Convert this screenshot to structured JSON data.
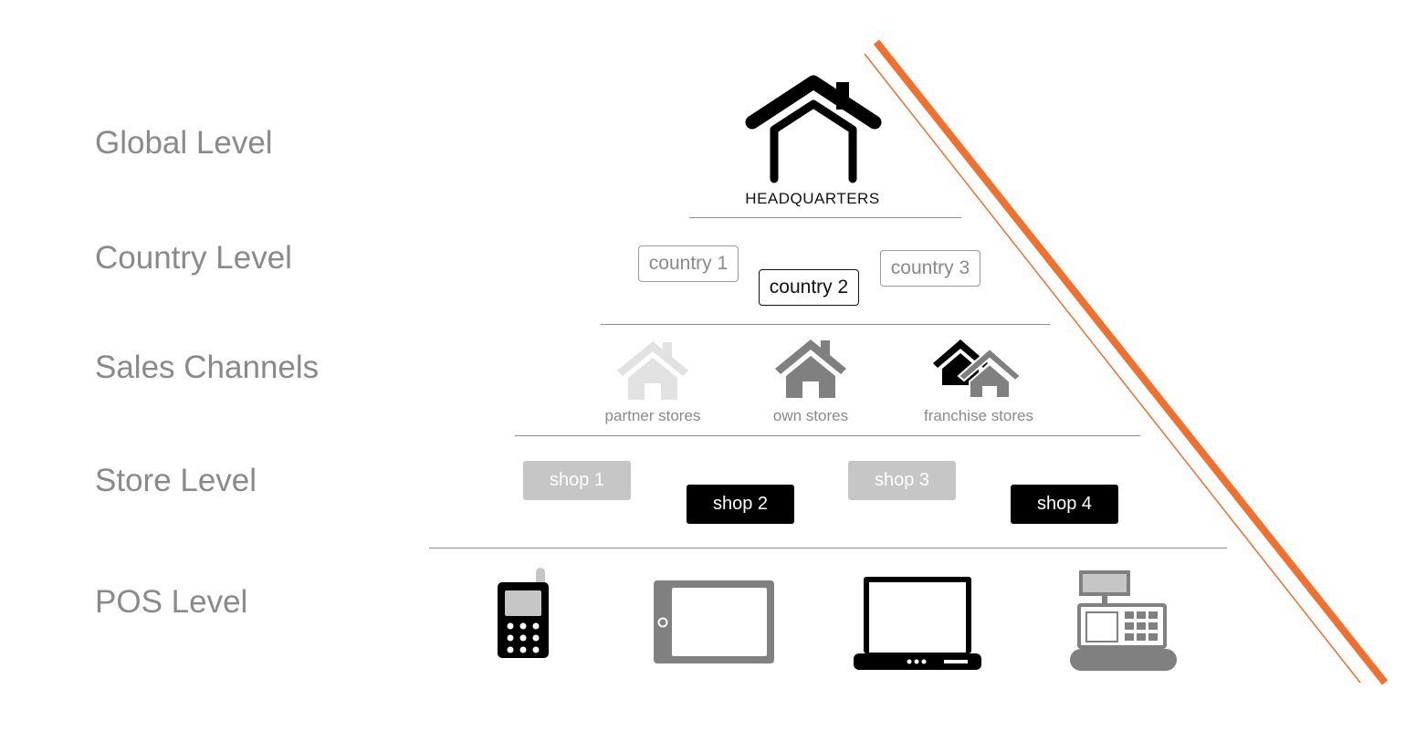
{
  "levels": {
    "global": "Global Level",
    "country": "Country Level",
    "sales": "Sales Channels",
    "store": "Store Level",
    "pos": "POS Level"
  },
  "headquarters": {
    "label": "HEADQUARTERS",
    "icon": "house-icon"
  },
  "countries": [
    {
      "label": "country 1",
      "style": "light"
    },
    {
      "label": "country 2",
      "style": "dark"
    },
    {
      "label": "country 3",
      "style": "light"
    }
  ],
  "channels": [
    {
      "label": "partner stores",
      "icon": "house-icon",
      "color": "#e2e2e2"
    },
    {
      "label": "own stores",
      "icon": "house-icon",
      "color": "#808080"
    },
    {
      "label": "franchise stores",
      "icon": "houses-icon",
      "color": "#000000"
    }
  ],
  "shops": [
    {
      "label": "shop 1",
      "style": "gray"
    },
    {
      "label": "shop 2",
      "style": "black"
    },
    {
      "label": "shop 3",
      "style": "gray"
    },
    {
      "label": "shop 4",
      "style": "black"
    }
  ],
  "pos_devices": [
    "mobile-phone-icon",
    "tablet-icon",
    "laptop-icon",
    "cash-register-icon"
  ],
  "colors": {
    "accent": "#f07030",
    "label": "#8a8a8a",
    "light_gray": "#c6c6c6",
    "dark": "#000000"
  }
}
